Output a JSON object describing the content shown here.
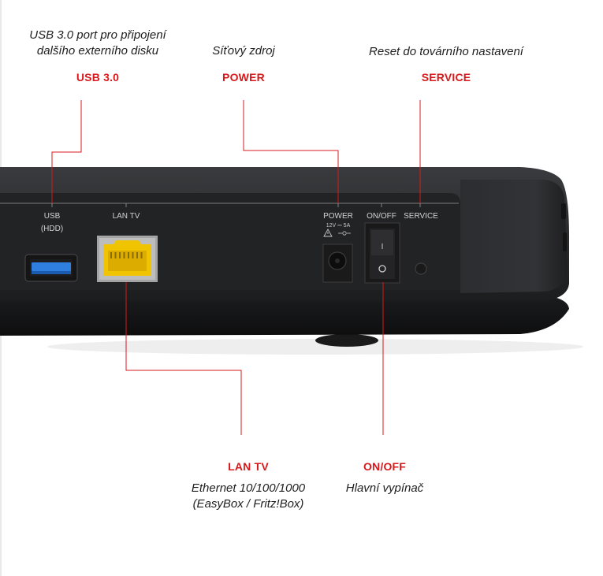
{
  "callouts": {
    "usb": {
      "desc_line1": "USB 3.0 port pro připojení",
      "desc_line2": "dalšího externího disku",
      "label": "USB 3.0"
    },
    "power": {
      "desc": "Síťový zdroj",
      "label": "POWER"
    },
    "service": {
      "desc": "Reset do továrního nastavení",
      "label": "SERVICE"
    },
    "lan": {
      "label": "LAN TV",
      "desc_line1": "Ethernet 10/100/1000",
      "desc_line2": "(EasyBox / Fritz!Box)"
    },
    "onoff": {
      "label": "ON/OFF",
      "desc": "Hlavní vypínač"
    }
  },
  "device": {
    "usb_label_line1": "USB",
    "usb_label_line2": "(HDD)",
    "lan_label": "LAN TV",
    "power_label": "POWER",
    "power_rating": "12V ⎓ 5A",
    "onoff_label": "ON/OFF",
    "service_label": "SERVICE",
    "switch_on_mark": "I",
    "switch_off_mark": "O"
  },
  "colors": {
    "accent": "#d7191c",
    "device_body": "#2b2c2e",
    "usb_port": "#2f7fe0",
    "lan_port": "#f0c400"
  }
}
